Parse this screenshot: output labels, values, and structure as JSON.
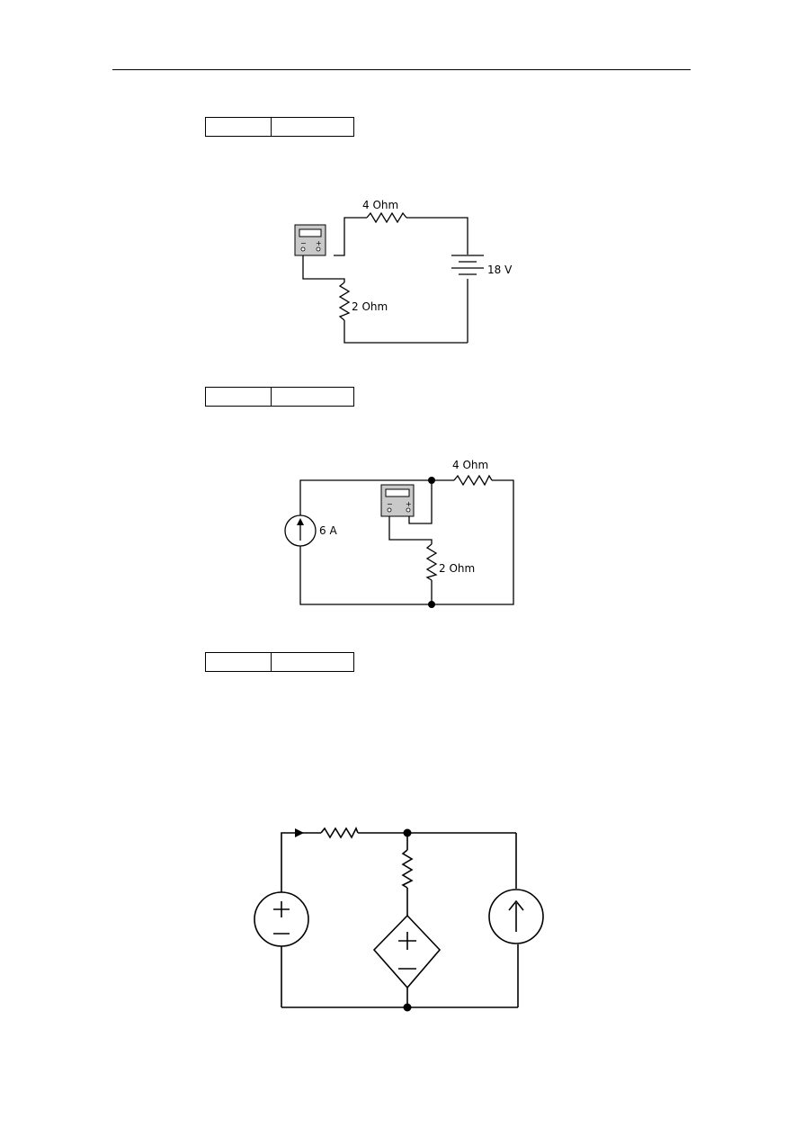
{
  "circuit1": {
    "resistor_top_label": "4 Ohm",
    "resistor_left_label": "2 Ohm",
    "battery_label": "18 V",
    "meter_minus": "−",
    "meter_plus": "+"
  },
  "circuit2": {
    "resistor_top_label": "4 Ohm",
    "resistor_mid_label": "2 Ohm",
    "current_source_label": "6 A",
    "meter_minus": "−",
    "meter_plus": "+"
  },
  "circuit3": {
    "elements": [
      "independent-voltage-source",
      "resistor",
      "resistor",
      "dependent-voltage-source",
      "current-source"
    ]
  }
}
